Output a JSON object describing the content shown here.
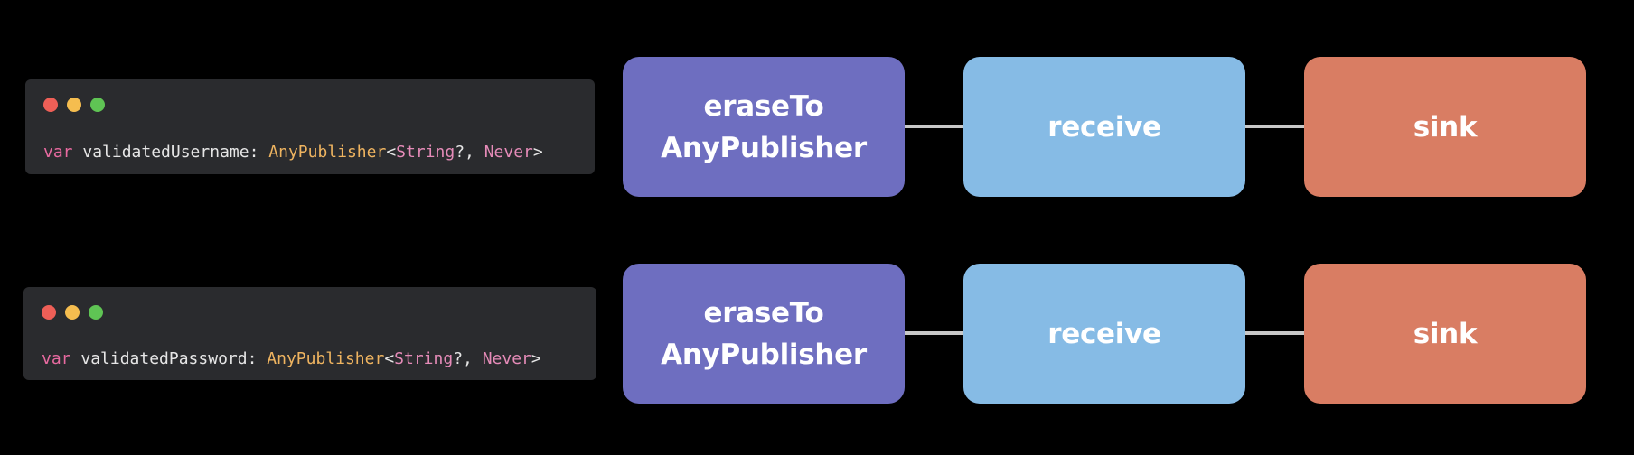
{
  "colors": {
    "background": "#000000",
    "code_window_bg": "#2a2b2e",
    "dot_red": "#ee5f57",
    "dot_yellow": "#f5bd4f",
    "dot_green": "#5fc454",
    "keyword": "#e86aa0",
    "type": "#efb460",
    "node_erase": "#6e6ec0",
    "node_receive": "#86bbe5",
    "node_sink": "#d97d63",
    "connector": "#c8c8c8"
  },
  "rows": [
    {
      "code": {
        "keyword": "var",
        "name": " validatedUsername: ",
        "type": "AnyPublisher",
        "open": "<",
        "arg1": "String",
        "sep": "?, ",
        "arg2": "Never",
        "close": ">"
      },
      "pipeline": {
        "erase_line1": "eraseTo",
        "erase_line2": "AnyPublisher",
        "receive": "receive",
        "sink": "sink"
      }
    },
    {
      "code": {
        "keyword": "var",
        "name": " validatedPassword: ",
        "type": "AnyPublisher",
        "open": "<",
        "arg1": "String",
        "sep": "?, ",
        "arg2": "Never",
        "close": ">"
      },
      "pipeline": {
        "erase_line1": "eraseTo",
        "erase_line2": "AnyPublisher",
        "receive": "receive",
        "sink": "sink"
      }
    }
  ]
}
